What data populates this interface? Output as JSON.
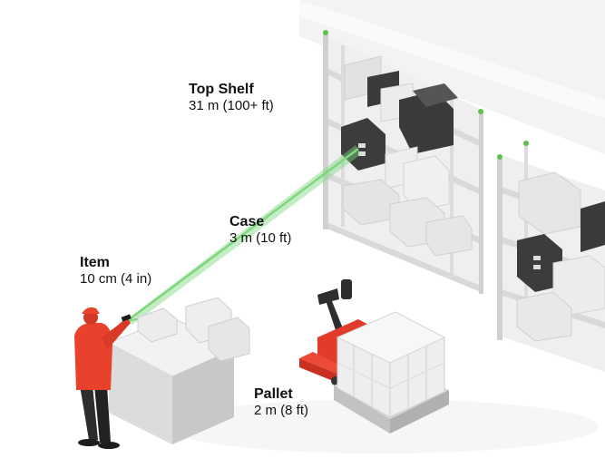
{
  "labels": {
    "top_shelf": {
      "title": "Top Shelf",
      "distance": "31 m (100+ ft)"
    },
    "case": {
      "title": "Case",
      "distance": "3 m (10 ft)"
    },
    "item": {
      "title": "Item",
      "distance": "10 cm (4 in)"
    },
    "pallet": {
      "title": "Pallet",
      "distance": "2 m (8 ft)"
    }
  },
  "colors": {
    "scan_beam": "#7ed77e",
    "worker": "#e8412c",
    "pallet_jack": "#e23b2b",
    "shelving": "#e6e6e6",
    "box_light": "#ebebeb",
    "box_dark": "#3a3a3a",
    "indicator_light": "#5cc24a"
  },
  "icons": {
    "worker": "warehouse-worker-figure",
    "scanner": "handheld-scanner",
    "pallet_jack": "pallet-jack",
    "shelving": "warehouse-shelving"
  }
}
